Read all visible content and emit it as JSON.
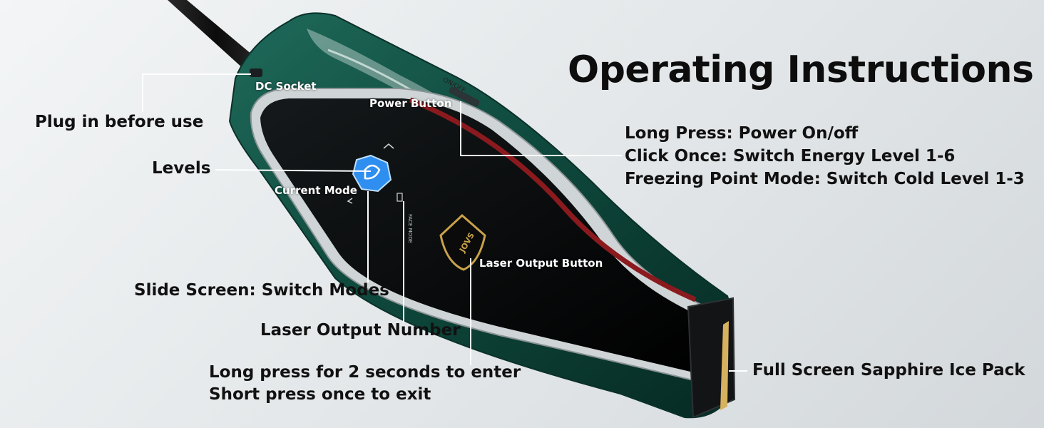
{
  "title": "Operating Instructions",
  "callouts": {
    "dc_socket": "DC Socket",
    "plug_in": "Plug in before use",
    "power_button": "Power Button",
    "power_button_text": "ON/OFF",
    "levels": "Levels",
    "current_mode": "Current Mode",
    "power_desc": [
      "Long Press: Power On/off",
      "Click Once: Switch Energy Level 1-6",
      "Freezing Point Mode: Switch Cold Level 1-3"
    ],
    "laser_output_button": "Laser Output Button",
    "slide_screen": "Slide Screen: Switch Modes",
    "laser_output_number": "Laser Output Number",
    "long_press": [
      "Long press for 2 seconds to enter",
      "Short press once to exit"
    ],
    "sapphire": "Full Screen Sapphire Ice Pack"
  },
  "device": {
    "face_mode_text": "FACE MODE",
    "logo_text": "JOVS",
    "colors": {
      "body": "#0f4a3e",
      "screen": "#050607",
      "accent_red": "#8b1a1e",
      "gold": "#c9a24a",
      "mode_icon": "#2f8ff0"
    }
  }
}
